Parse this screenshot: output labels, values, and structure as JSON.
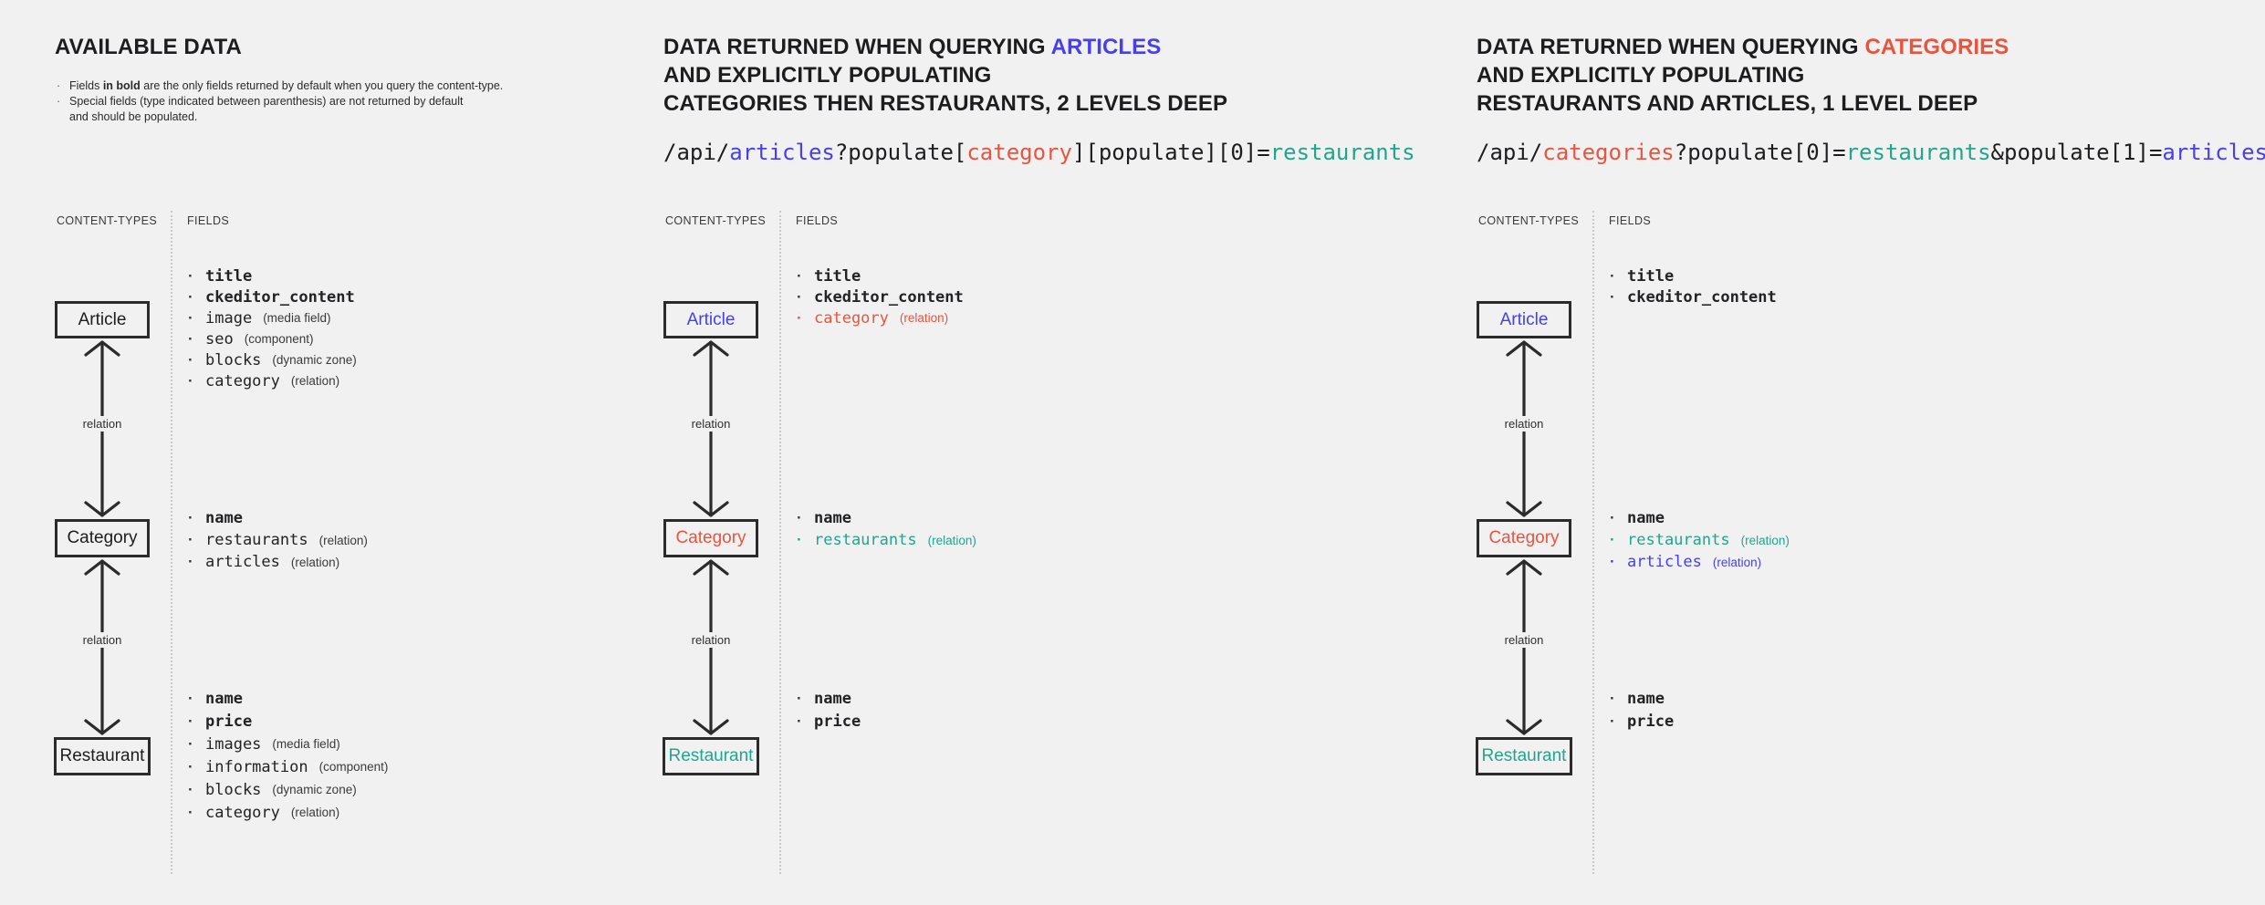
{
  "colors": {
    "background": "#f1f1f2",
    "ink": "#1d1d1f",
    "line": "#2b2b2b",
    "blue": "#4640eb",
    "red": "#e8553e",
    "teal": "#21a58c"
  },
  "left": {
    "title": "AVAILABLE DATA",
    "note1_pre": "Fields ",
    "note1_bold": "in bold",
    "note1_post": " are the only fields returned by default when you query the content-type.",
    "note2_line1": "Special fields (type indicated between parenthesis) are not returned by default",
    "note2_line2": "and should be populated.",
    "headers": {
      "content_types": "CONTENT-TYPES",
      "fields": "FIELDS"
    },
    "relation1": "relation",
    "relation2": "relation",
    "nodes": {
      "article": {
        "label": "Article",
        "fields": [
          {
            "name": "title"
          },
          {
            "name": "ckeditor_content"
          },
          {
            "name": "image",
            "type": "(media field)"
          },
          {
            "name": "seo",
            "type": "(component)"
          },
          {
            "name": "blocks",
            "type": "(dynamic zone)"
          },
          {
            "name": "category",
            "type": "(relation)"
          }
        ]
      },
      "category": {
        "label": "Category",
        "fields": [
          {
            "name": "name"
          },
          {
            "name": "restaurants",
            "type": "(relation)"
          },
          {
            "name": "articles",
            "type": "(relation)"
          }
        ]
      },
      "restaurant": {
        "label": "Restaurant",
        "fields": [
          {
            "name": "name"
          },
          {
            "name": "price"
          },
          {
            "name": "images",
            "type": "(media field)"
          },
          {
            "name": "information",
            "type": "(component)"
          },
          {
            "name": "blocks",
            "type": "(dynamic zone)"
          },
          {
            "name": "category",
            "type": "(relation)"
          }
        ]
      }
    }
  },
  "middle": {
    "title": {
      "line1_pre": "DATA RETURNED WHEN QUERYING ",
      "line1_accent": "ARTICLES",
      "line2": "AND EXPLICITLY POPULATING",
      "line3": "CATEGORIES THEN RESTAURANTS, 2 LEVELS DEEP"
    },
    "query": {
      "s1": "/api/",
      "s2": "articles",
      "s3": "?populate[",
      "s4": "category",
      "s5": "][populate][0]=",
      "s6": "restaurants"
    },
    "headers": {
      "content_types": "CONTENT-TYPES",
      "fields": "FIELDS"
    },
    "relation1": "relation",
    "relation2": "relation",
    "nodes": {
      "article": {
        "label": "Article",
        "fields": [
          {
            "name": "title"
          },
          {
            "name": "ckeditor_content"
          },
          {
            "name": "category",
            "type": "(relation)"
          }
        ]
      },
      "category": {
        "label": "Category",
        "fields": [
          {
            "name": "name"
          },
          {
            "name": "restaurants",
            "type": "(relation)"
          }
        ]
      },
      "restaurant": {
        "label": "Restaurant",
        "fields": [
          {
            "name": "name"
          },
          {
            "name": "price"
          }
        ]
      }
    }
  },
  "right": {
    "title": {
      "line1_pre": "DATA RETURNED WHEN QUERYING ",
      "line1_accent": "CATEGORIES",
      "line2": "AND EXPLICITLY POPULATING",
      "line3": "RESTAURANTS AND ARTICLES, 1 LEVEL DEEP"
    },
    "query": {
      "s1": "/api/",
      "s2": "categories",
      "s3": "?populate[0]=",
      "s4": "restaurants",
      "s5": "&populate[1]=",
      "s6": "articles"
    },
    "headers": {
      "content_types": "CONTENT-TYPES",
      "fields": "FIELDS"
    },
    "relation1": "relation",
    "relation2": "relation",
    "nodes": {
      "article": {
        "label": "Article",
        "fields": [
          {
            "name": "title"
          },
          {
            "name": "ckeditor_content"
          }
        ]
      },
      "category": {
        "label": "Category",
        "fields": [
          {
            "name": "name"
          },
          {
            "name": "restaurants",
            "type": "(relation)"
          },
          {
            "name": "articles",
            "type": "(relation)"
          }
        ]
      },
      "restaurant": {
        "label": "Restaurant",
        "fields": [
          {
            "name": "name"
          },
          {
            "name": "price"
          }
        ]
      }
    }
  }
}
